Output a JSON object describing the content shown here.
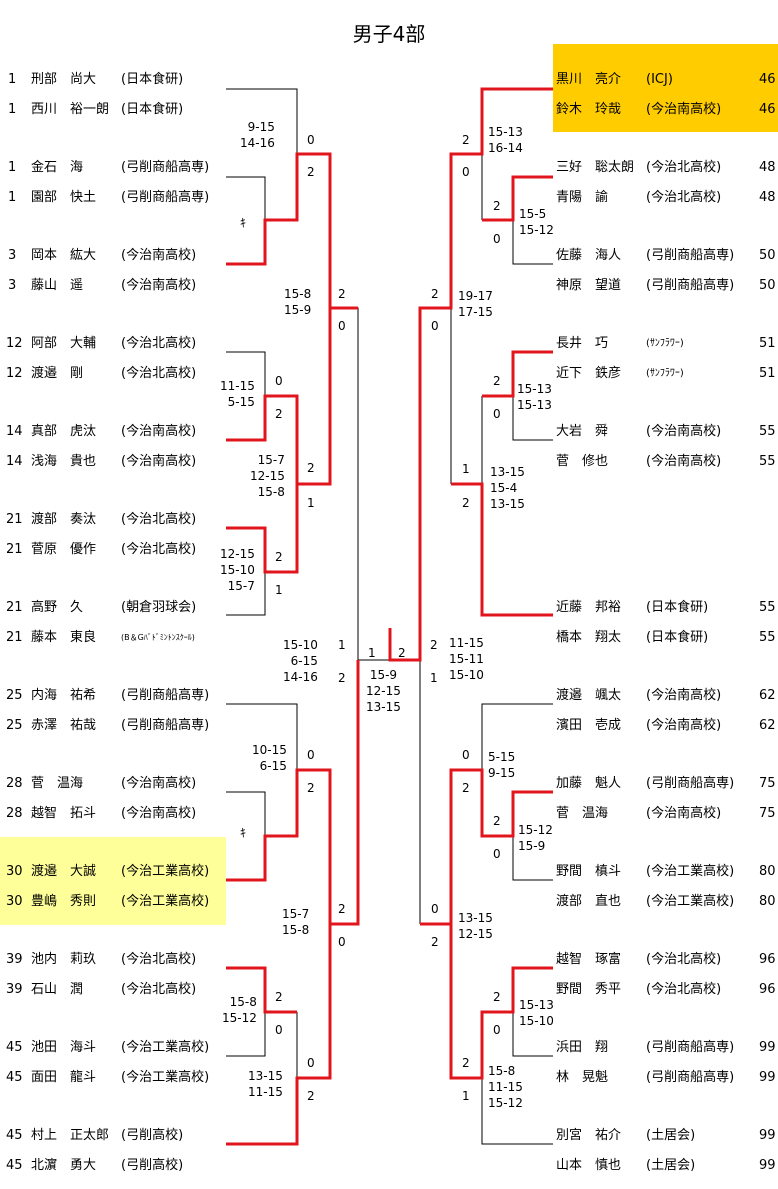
{
  "title": "男子4部",
  "colors": {
    "win_line": "#e0161c",
    "line": "#000000",
    "highlight_left": "#ffff99",
    "highlight_right": "#ffcc00"
  },
  "left_players": [
    {
      "seed": "1",
      "name": "刑部　尚大",
      "team": "(日本食研)"
    },
    {
      "seed": "1",
      "name": "西川　裕一朗",
      "team": "(日本食研)"
    },
    {
      "seed": "1",
      "name": "金石　海",
      "team": "(弓削商船高専)"
    },
    {
      "seed": "1",
      "name": "園部　快土",
      "team": "(弓削商船高専)"
    },
    {
      "seed": "3",
      "name": "岡本　紘大",
      "team": "(今治南高校)"
    },
    {
      "seed": "3",
      "name": "藤山　遥",
      "team": "(今治南高校)"
    },
    {
      "seed": "12",
      "name": "阿部　大輔",
      "team": "(今治北高校)"
    },
    {
      "seed": "12",
      "name": "渡邉　剛",
      "team": "(今治北高校)"
    },
    {
      "seed": "14",
      "name": "真部　虎汰",
      "team": "(今治南高校)"
    },
    {
      "seed": "14",
      "name": "浅海　貴也",
      "team": "(今治南高校)"
    },
    {
      "seed": "21",
      "name": "渡部　奏汰",
      "team": "(今治北高校)"
    },
    {
      "seed": "21",
      "name": "菅原　優作",
      "team": "(今治北高校)"
    },
    {
      "seed": "21",
      "name": "高野　久",
      "team": "(朝倉羽球会)"
    },
    {
      "seed": "21",
      "name": "藤本　東良",
      "team": "(B＆Gﾊﾞﾄﾞﾐﾝﾄﾝｽｸｰﾙ)"
    },
    {
      "seed": "25",
      "name": "内海　祐希",
      "team": "(弓削商船高専)"
    },
    {
      "seed": "25",
      "name": "赤澤　祐哉",
      "team": "(弓削商船高専)"
    },
    {
      "seed": "28",
      "name": "菅　温海",
      "team": "(今治南高校)"
    },
    {
      "seed": "28",
      "name": "越智　拓斗",
      "team": "(今治南高校)"
    },
    {
      "seed": "30",
      "name": "渡邉　大誠",
      "team": "(今治工業高校)"
    },
    {
      "seed": "30",
      "name": "豊嶋　秀則",
      "team": "(今治工業高校)"
    },
    {
      "seed": "39",
      "name": "池内　莉玖",
      "team": "(今治北高校)"
    },
    {
      "seed": "39",
      "name": "石山　潤",
      "team": "(今治北高校)"
    },
    {
      "seed": "45",
      "name": "池田　海斗",
      "team": "(今治工業高校)"
    },
    {
      "seed": "45",
      "name": "面田　龍斗",
      "team": "(今治工業高校)"
    },
    {
      "seed": "45",
      "name": "村上　正太郎",
      "team": "(弓削高校)"
    },
    {
      "seed": "45",
      "name": "北濵　勇大",
      "team": "(弓削高校)"
    }
  ],
  "right_players": [
    {
      "name": "黒川　亮介",
      "team": "(ICJ)",
      "seed": "46"
    },
    {
      "name": "鈴木　玲哉",
      "team": "(今治南高校)",
      "seed": "46"
    },
    {
      "name": "三好　聡太朗",
      "team": "(今治北高校)",
      "seed": "48"
    },
    {
      "name": "青陽　諭",
      "team": "(今治北高校)",
      "seed": "48"
    },
    {
      "name": "佐藤　海人",
      "team": "(弓削商船高専)",
      "seed": "50"
    },
    {
      "name": "神原　望道",
      "team": "(弓削商船高専)",
      "seed": "50"
    },
    {
      "name": "長井　巧",
      "team": "(ｻﾝﾌﾗﾜｰ)",
      "seed": "51"
    },
    {
      "name": "近下　鉄彦",
      "team": "(ｻﾝﾌﾗﾜｰ)",
      "seed": "51"
    },
    {
      "name": "大岩　舜",
      "team": "(今治南高校)",
      "seed": "55"
    },
    {
      "name": "菅　修也",
      "team": "(今治南高校)",
      "seed": "55"
    },
    {
      "name": "近藤　邦裕",
      "team": "(日本食研)",
      "seed": "55"
    },
    {
      "name": "橋本　翔太",
      "team": "(日本食研)",
      "seed": "55"
    },
    {
      "name": "渡邉　颯太",
      "team": "(今治南高校)",
      "seed": "62"
    },
    {
      "name": "濱田　壱成",
      "team": "(今治南高校)",
      "seed": "62"
    },
    {
      "name": "加藤　魁人",
      "team": "(弓削商船高専)",
      "seed": "75"
    },
    {
      "name": "菅　温海",
      "team": "(今治南高校)",
      "seed": "75"
    },
    {
      "name": "野間　槙斗",
      "team": "(今治工業高校)",
      "seed": "80"
    },
    {
      "name": "渡部　直也",
      "team": "(今治工業高校)",
      "seed": "80"
    },
    {
      "name": "越智　琢富",
      "team": "(今治北高校)",
      "seed": "96"
    },
    {
      "name": "野間　秀平",
      "team": "(今治北高校)",
      "seed": "96"
    },
    {
      "name": "浜田　翔",
      "team": "(弓削商船高専)",
      "seed": "99"
    },
    {
      "name": "林　晃魁",
      "team": "(弓削商船高専)",
      "seed": "99"
    },
    {
      "name": "別宮　祐介",
      "team": "(土居会)",
      "seed": "99"
    },
    {
      "name": "山本　慎也",
      "team": "(土居会)",
      "seed": "99"
    }
  ],
  "labels": {
    "L1_scores": "9-15\n14-16",
    "L1_top": "0",
    "L1_bot": "2",
    "L2_kiken": "ｷ",
    "L3_scores": "15-8\n15-9",
    "L3_top": "2",
    "L3_bot": "0",
    "L4_scores": "11-15\n5-15",
    "L4_top": "0",
    "L4_bot": "2",
    "L5_scores": "15-7\n12-15\n15-8",
    "L5_top": "2",
    "L5_bot": "1",
    "L6_scores": "12-15\n15-10\n15-7",
    "L6_top": "2",
    "L6_bot": "1",
    "LSF_scores": "15-10\n6-15\n14-16",
    "LSF_top": "1",
    "LSF_bot": "2",
    "L7_scores": "10-15\n6-15",
    "L7_top": "0",
    "L7_bot": "2",
    "L8_kiken": "ｷ",
    "L9_scores": "15-7\n15-8",
    "L9_top": "2",
    "L9_bot": "0",
    "L10_scores": "15-8\n15-12",
    "L10_top": "2",
    "L10_bot": "0",
    "L11_scores": "13-15\n11-15",
    "L11_top": "0",
    "L11_bot": "2",
    "F_left": "1",
    "F_right": "2",
    "F_scores": "15-9\n12-15\n13-15",
    "R1_scores": "15-13\n16-14",
    "R1_top": "2",
    "R1_bot": "0",
    "R2_scores": "15-5\n15-12",
    "R2_top": "2",
    "R2_bot": "0",
    "R3_scores": "19-17\n17-15",
    "R3_top": "2",
    "R3_bot": "0",
    "R4_scores": "15-13\n15-13",
    "R4_top": "2",
    "R4_bot": "0",
    "R5_scores": "13-15\n15-4\n13-15",
    "R5_top": "1",
    "R5_bot": "2",
    "RSF_scores": "11-15\n15-11\n15-10",
    "RSF_top": "2",
    "RSF_bot": "1",
    "R6_scores": "5-15\n9-15",
    "R6_top": "0",
    "R6_bot": "2",
    "R7_scores": "15-12\n15-9",
    "R7_top": "2",
    "R7_bot": "0",
    "R8_scores": "13-15\n12-15",
    "R8_top": "0",
    "R8_bot": "2",
    "R9_scores": "15-13\n15-10",
    "R9_top": "2",
    "R9_bot": "0",
    "R10_scores": "15-8\n11-15\n15-12",
    "R10_top": "2",
    "R10_bot": "1"
  }
}
